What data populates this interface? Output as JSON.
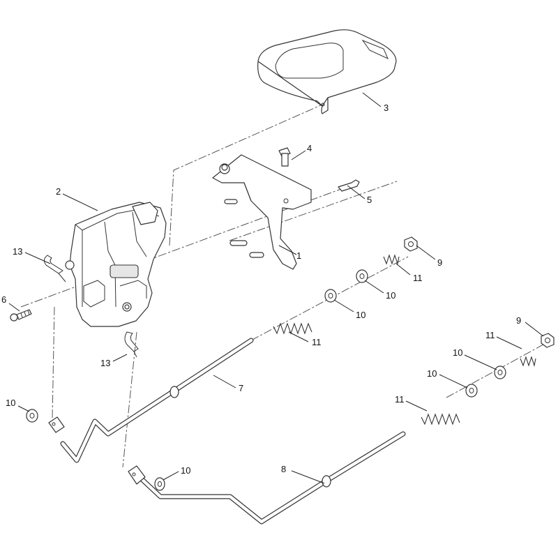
{
  "callouts": {
    "c1": "1",
    "c2": "2",
    "c3": "3",
    "c4": "4",
    "c5": "5",
    "c6": "6",
    "c7": "7",
    "c8": "8",
    "c9a": "9",
    "c9b": "9",
    "c10a": "10",
    "c10b": "10",
    "c10c": "10",
    "c10d": "10",
    "c10e": "10",
    "c10f": "10",
    "c11a": "11",
    "c11b": "11",
    "c11c": "11",
    "c11d": "11",
    "c13a": "13",
    "c13b": "13"
  },
  "colors": {
    "line": "#333333",
    "background": "#ffffff"
  }
}
